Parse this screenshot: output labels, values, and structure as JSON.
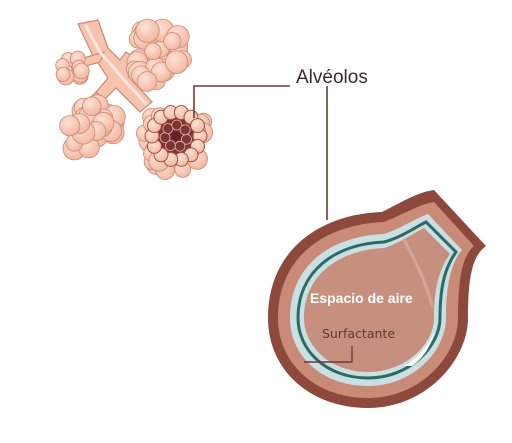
{
  "labels": {
    "alveolos": "Alvéolos",
    "air_space": "Espacio de aire",
    "surfactant": "Surfactante"
  },
  "colors": {
    "cluster_fill": "#f7c3ad",
    "cluster_stroke": "#c98a78",
    "wall_outer": "#8d4a3c",
    "wall_tissue": "#c98a78",
    "air_space": "#c7907e",
    "surfactant_layer": "#c9dfe1",
    "membrane": "#2b6b66",
    "leader_line": "#6e3c36"
  }
}
